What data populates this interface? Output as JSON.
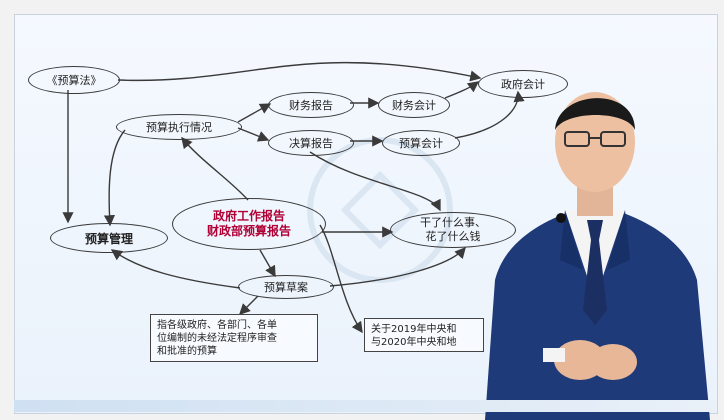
{
  "diagram": {
    "nodes": {
      "budget_law": "《预算法》",
      "gov_accounting": "政府会计",
      "finance_report": "财务报告",
      "finance_accounting": "财务会计",
      "budget_execution": "预算执行情况",
      "final_accounts_report": "决算报告",
      "budget_accounting": "预算会计",
      "budget_management": "预算管理",
      "gov_work_report_line1": "政府工作报告",
      "gov_work_report_line2": "财政部预算报告",
      "what_done_line1": "干了什么事、",
      "what_done_line2": "花了什么钱",
      "budget_draft": "预算草案"
    },
    "boxes": {
      "definition_lines": [
        "指各级政府、各部门、各单",
        "位编制的未经法定程序审查",
        "和批准的预算"
      ],
      "about_lines": [
        "关于2019年中央和",
        "与2020年中央和地"
      ]
    },
    "colors": {
      "highlight": "#b00035",
      "line": "#3a3a3a"
    }
  }
}
